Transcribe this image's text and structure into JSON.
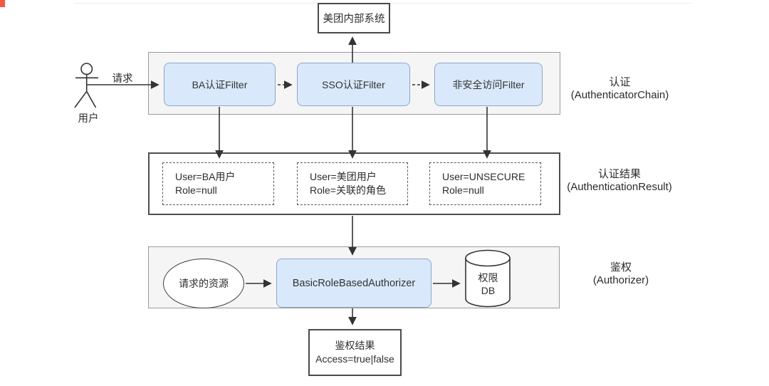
{
  "diagram": {
    "external_system_label": "美团内部系统",
    "actor": {
      "label": "用户",
      "request_label": "请求"
    },
    "auth_chain": {
      "filters": [
        "BA认证Filter",
        "SSO认证Filter",
        "非安全访问Filter"
      ],
      "side_label_cn": "认证",
      "side_label_en": "(AuthenticatorChain)"
    },
    "auth_result": {
      "results": [
        {
          "line1": "User=BA用户",
          "line2": "Role=null"
        },
        {
          "line1": "User=美团用户",
          "line2": "Role=关联的角色"
        },
        {
          "line1": "User=UNSECURE",
          "line2": "Role=null"
        }
      ],
      "side_label_cn": "认证结果",
      "side_label_en": "(AuthenticationResult)"
    },
    "authorization": {
      "resource_label": "请求的资源",
      "component_label": "BasicRoleBasedAuthorizer",
      "db_line1": "权限",
      "db_line2": "DB",
      "side_label_cn": "鉴权",
      "side_label_en": "(Authorizer)"
    },
    "final_result": {
      "line1": "鉴权结果",
      "line2": "Access=true|false"
    }
  },
  "colors": {
    "accent_square": "#f25b3f",
    "node_fill": "#d9e9fb",
    "node_border": "#8ca6c6",
    "container_fill": "#f5f5f6",
    "container_border": "#9b9b9b",
    "dark_border": "#4a4a4a",
    "line": "#333333",
    "top_divider": "#ececec"
  }
}
